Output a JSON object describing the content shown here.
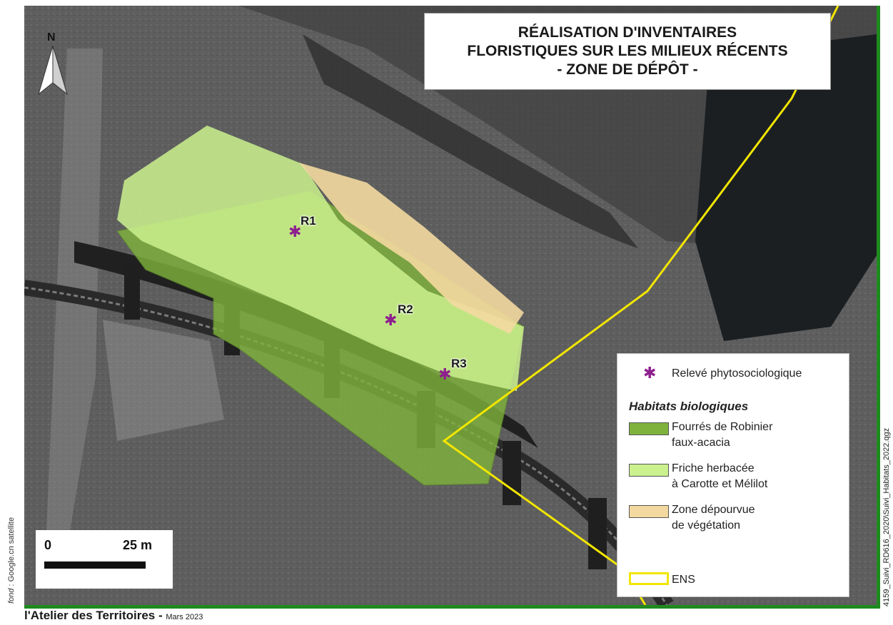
{
  "title": {
    "line1": "RÉALISATION D'INVENTAIRES",
    "line2": "FLORISTIQUES SUR LES MILIEUX RÉCENTS",
    "line3": "- ZONE DE DÉPÔT -"
  },
  "north_arrow": {
    "label": "N"
  },
  "scale_bar": {
    "start": "0",
    "end": "25 m"
  },
  "releves": [
    {
      "label": "R1"
    },
    {
      "label": "R2"
    },
    {
      "label": "R3"
    }
  ],
  "legend": {
    "releve_label": "Relevé phytosociologique",
    "habitats_header": "Habitats biologiques",
    "habitats": [
      {
        "line1": "Fourrés de Robinier",
        "line2": "faux-acacia",
        "color": "#7fb23c"
      },
      {
        "line1": "Friche herbacée",
        "line2": "à Carotte et Mélilot",
        "color": "#cbf08e"
      },
      {
        "line1": "Zone dépourvue",
        "line2": "de végétation",
        "color": "#f3d9a0"
      }
    ],
    "ens_label": "ENS",
    "ens_color": "#f2e600",
    "releve_color": "#8e1f8e"
  },
  "footer": {
    "org": "l'Atelier des Territoires - ",
    "date": "Mars 2023",
    "credit_prefix": "fond",
    "credit_text": " : Google.cn satellite",
    "file": "4159_Suivi_RD616_2020\\Suivi_Habitats_2022.qgz"
  },
  "colors": {
    "frame": "#1f8a1f"
  }
}
